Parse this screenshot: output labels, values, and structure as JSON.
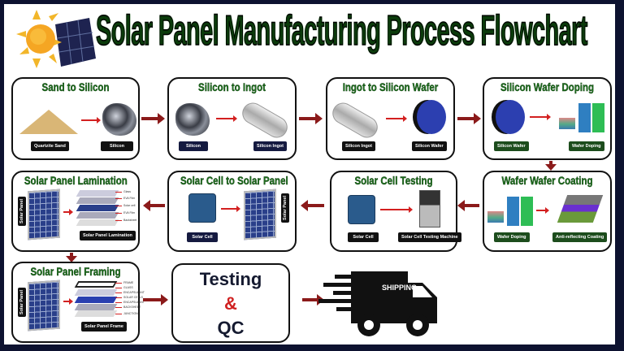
{
  "title": "Solar Panel Manufacturing Process Flowchart",
  "steps": [
    {
      "title": "Sand to Silicon",
      "from": "Quartzite Sand",
      "to": "Silicon"
    },
    {
      "title": "Silicon to Ingot",
      "from": "Silicon",
      "to": "Silicon Ingot"
    },
    {
      "title": "Ingot to Silicon Wafer",
      "from": "Silicon Ingot",
      "to": "Silicon Wafer"
    },
    {
      "title": "Silicon Wafer Doping",
      "from": "Silicon Wafer",
      "to": "Wafer Doping"
    },
    {
      "title": "Wafer Wafer Coating",
      "from": "Wafer Doping",
      "to": "Anti-reflecting Coating"
    },
    {
      "title": "Solar Cell Testing",
      "from": "Solar Cell",
      "to": "Solar Cell Testing Machine"
    },
    {
      "title": "Solar Cell to Solar Panel",
      "from": "Solar Cell",
      "to": "Solar Panel"
    },
    {
      "title": "Solar Panel Lamination",
      "from": "Solar Panel",
      "to": "Solar Panel Lamination",
      "layers": [
        "Glass",
        "EVA Film",
        "Solar cell",
        "EVA Film",
        "Backsheet"
      ]
    },
    {
      "title": "Solar Panel Framing",
      "from": "Solar Panel",
      "to": "Solar Panel Frame",
      "layers": [
        "FRAME",
        "GLASS",
        "ENCAPSULANT",
        "SOLAR CELLS",
        "ENCAPSULANT",
        "BACKSHEET",
        "JUNCTION"
      ]
    }
  ],
  "testing": {
    "line1": "Testing",
    "amp": "&",
    "line2": "QC"
  },
  "shipping": {
    "label": "SHIPPING"
  },
  "colors": {
    "arrow": "#8b1a1a",
    "title_green": "#1d6e1d",
    "background": "#0d1230"
  }
}
